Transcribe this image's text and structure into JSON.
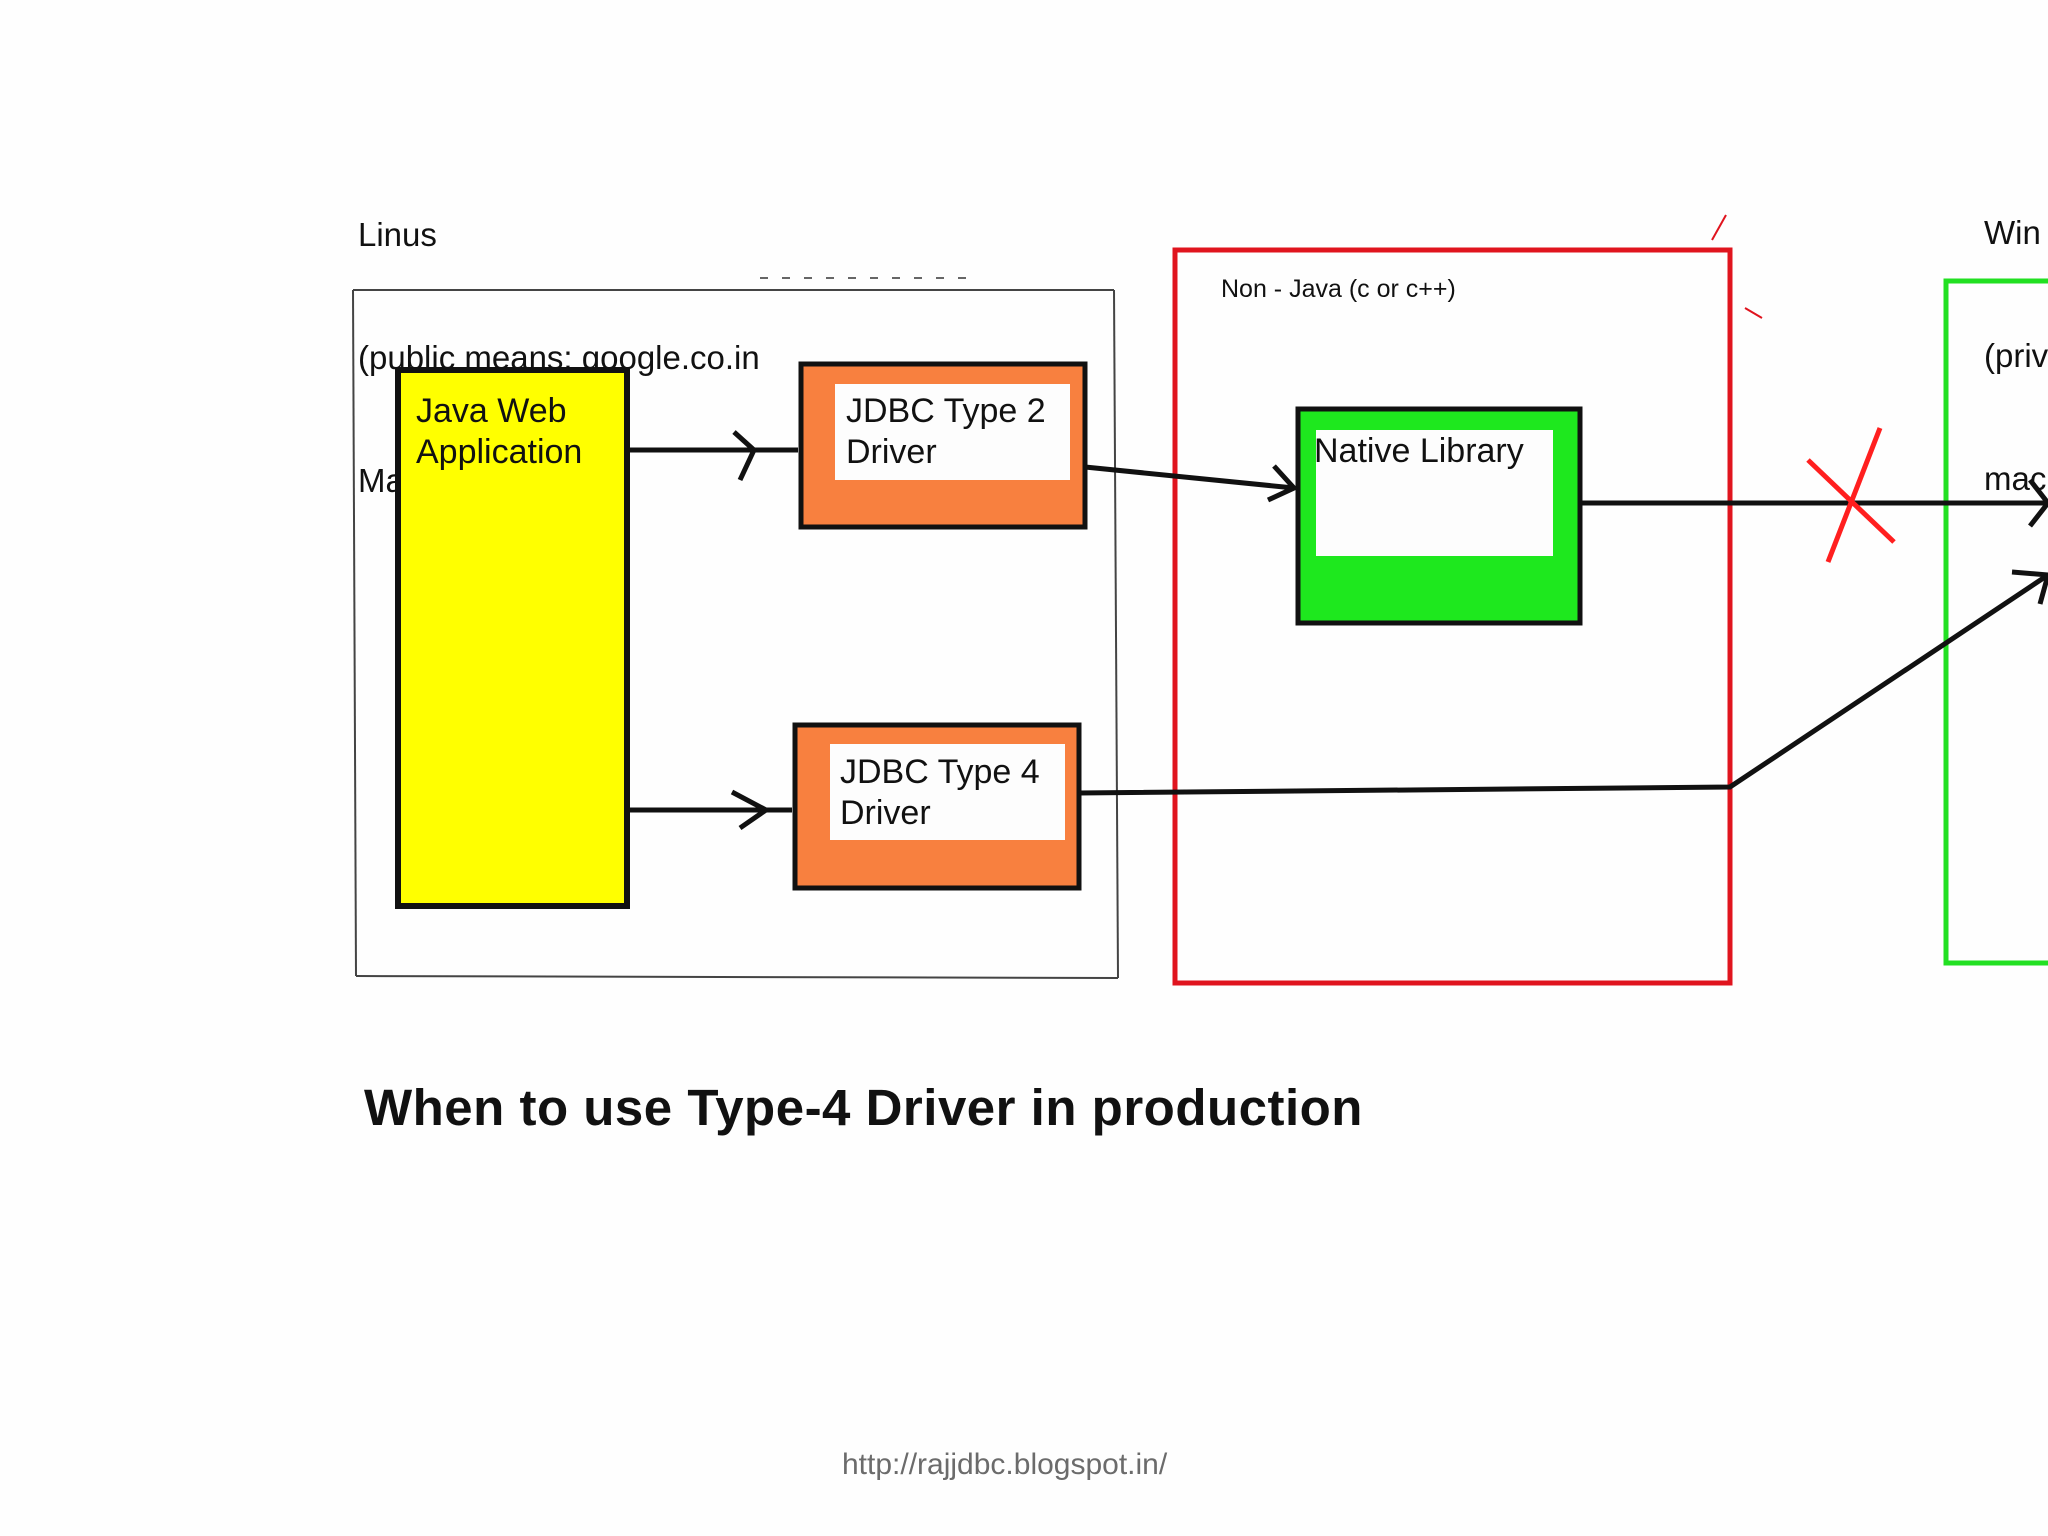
{
  "machine_a": {
    "line1": "Linus",
    "line2": "(public means: google.co.in",
    "line3": "Machine A"
  },
  "machine_b": {
    "line1": "Win",
    "line2": "(priv",
    "line3": "mac"
  },
  "boxes": {
    "java_web_app": {
      "line1": "Java Web",
      "line2": "Application"
    },
    "type2": {
      "line1": "JDBC Type 2",
      "line2": "Driver"
    },
    "type4": {
      "line1": "JDBC Type 4",
      "line2": "Driver"
    },
    "native": {
      "label": "Native Library"
    }
  },
  "non_java_label": "Non - Java (c or c++)",
  "caption": "When to use Type-4 Driver in production",
  "footer_url": "http://rajjdbc.blogspot.in/",
  "colors": {
    "java_app": "#ffff00",
    "driver": "#f8803f",
    "native": "#1ee81e",
    "non_java_border": "#e0141e",
    "machine_b_border": "#22e022",
    "cross": "#ff1f1f"
  }
}
